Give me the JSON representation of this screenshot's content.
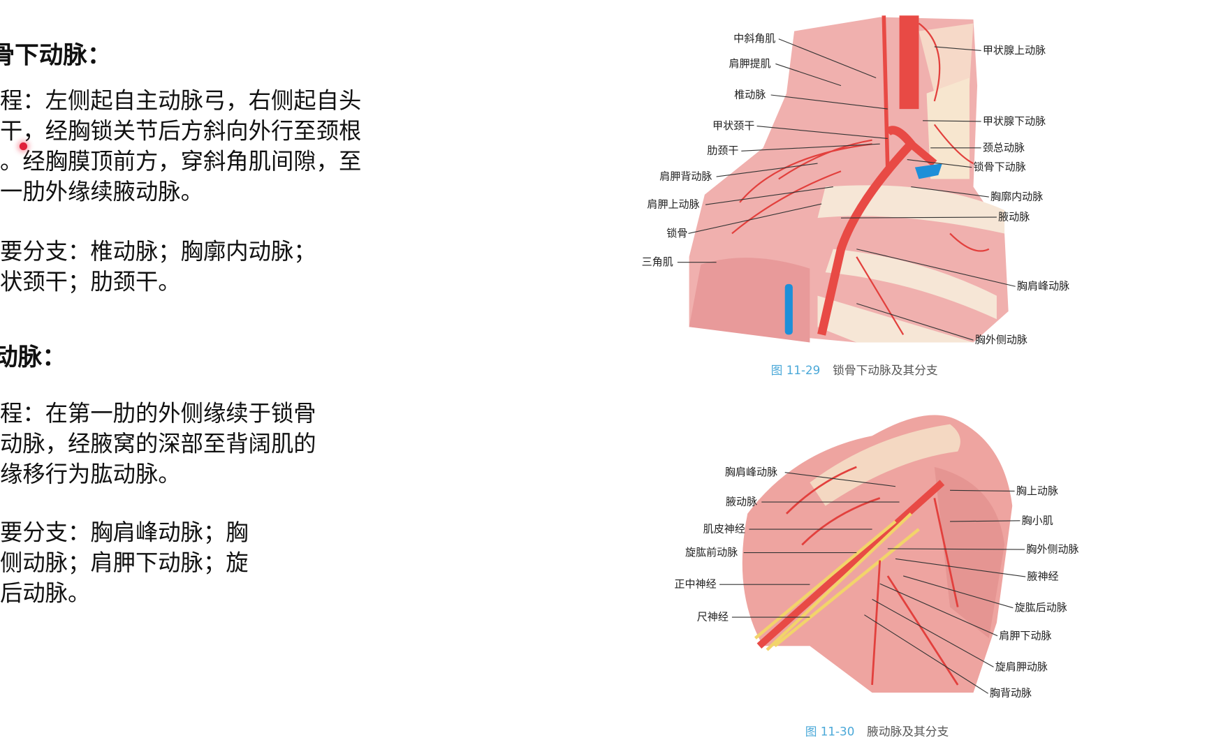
{
  "slide": {
    "section1": {
      "title": "骨下动脉：",
      "course": [
        "程：左侧起自主动脉弓，右侧起自头",
        "干，经胸锁关节后方斜向外行至颈根",
        "。经胸膜顶前方，穿斜角肌间隙，至",
        "一肋外缘续腋动脉。"
      ],
      "branches": [
        "要分支：椎动脉；胸廓内动脉；",
        "状颈干；肋颈干。"
      ]
    },
    "section2": {
      "title": "动脉：",
      "course": [
        "程：在第一肋的外侧缘续于锁骨",
        "动脉，经腋窝的深部至背阔肌的",
        "缘移行为肱动脉。"
      ],
      "branches": [
        "要分支：胸肩峰动脉；胸",
        "侧动脉；肩胛下动脉；旋",
        "后动脉。"
      ]
    }
  },
  "figure1": {
    "number": "图 11-29",
    "caption": "锁骨下动脉及其分支",
    "labels_left": [
      "中斜角肌",
      "肩胛提肌",
      "椎动脉",
      "甲状颈干",
      "肋颈干",
      "肩胛背动脉",
      "肩胛上动脉",
      "锁骨",
      "三角肌"
    ],
    "labels_right": [
      "甲状腺上动脉",
      "甲状腺下动脉",
      "颈总动脉",
      "锁骨下动脉",
      "胸廓内动脉",
      "腋动脉",
      "胸肩峰动脉",
      "胸外侧动脉"
    ]
  },
  "figure2": {
    "number": "图 11-30",
    "caption": "腋动脉及其分支",
    "labels_left": [
      "胸肩峰动脉",
      "腋动脉",
      "肌皮神经",
      "旋肱前动脉",
      "正中神经",
      "尺神经"
    ],
    "labels_right": [
      "胸上动脉",
      "胸小肌",
      "胸外侧动脉",
      "腋神经",
      "旋肱后动脉",
      "肩胛下动脉",
      "旋肩胛动脉",
      "胸背动脉"
    ]
  },
  "colors": {
    "artery": "#e8413f",
    "vein": "#1e8fd8",
    "nerve": "#f2d46a",
    "muscle": "#eea2a2",
    "caption_number": "#4aa8d8"
  }
}
